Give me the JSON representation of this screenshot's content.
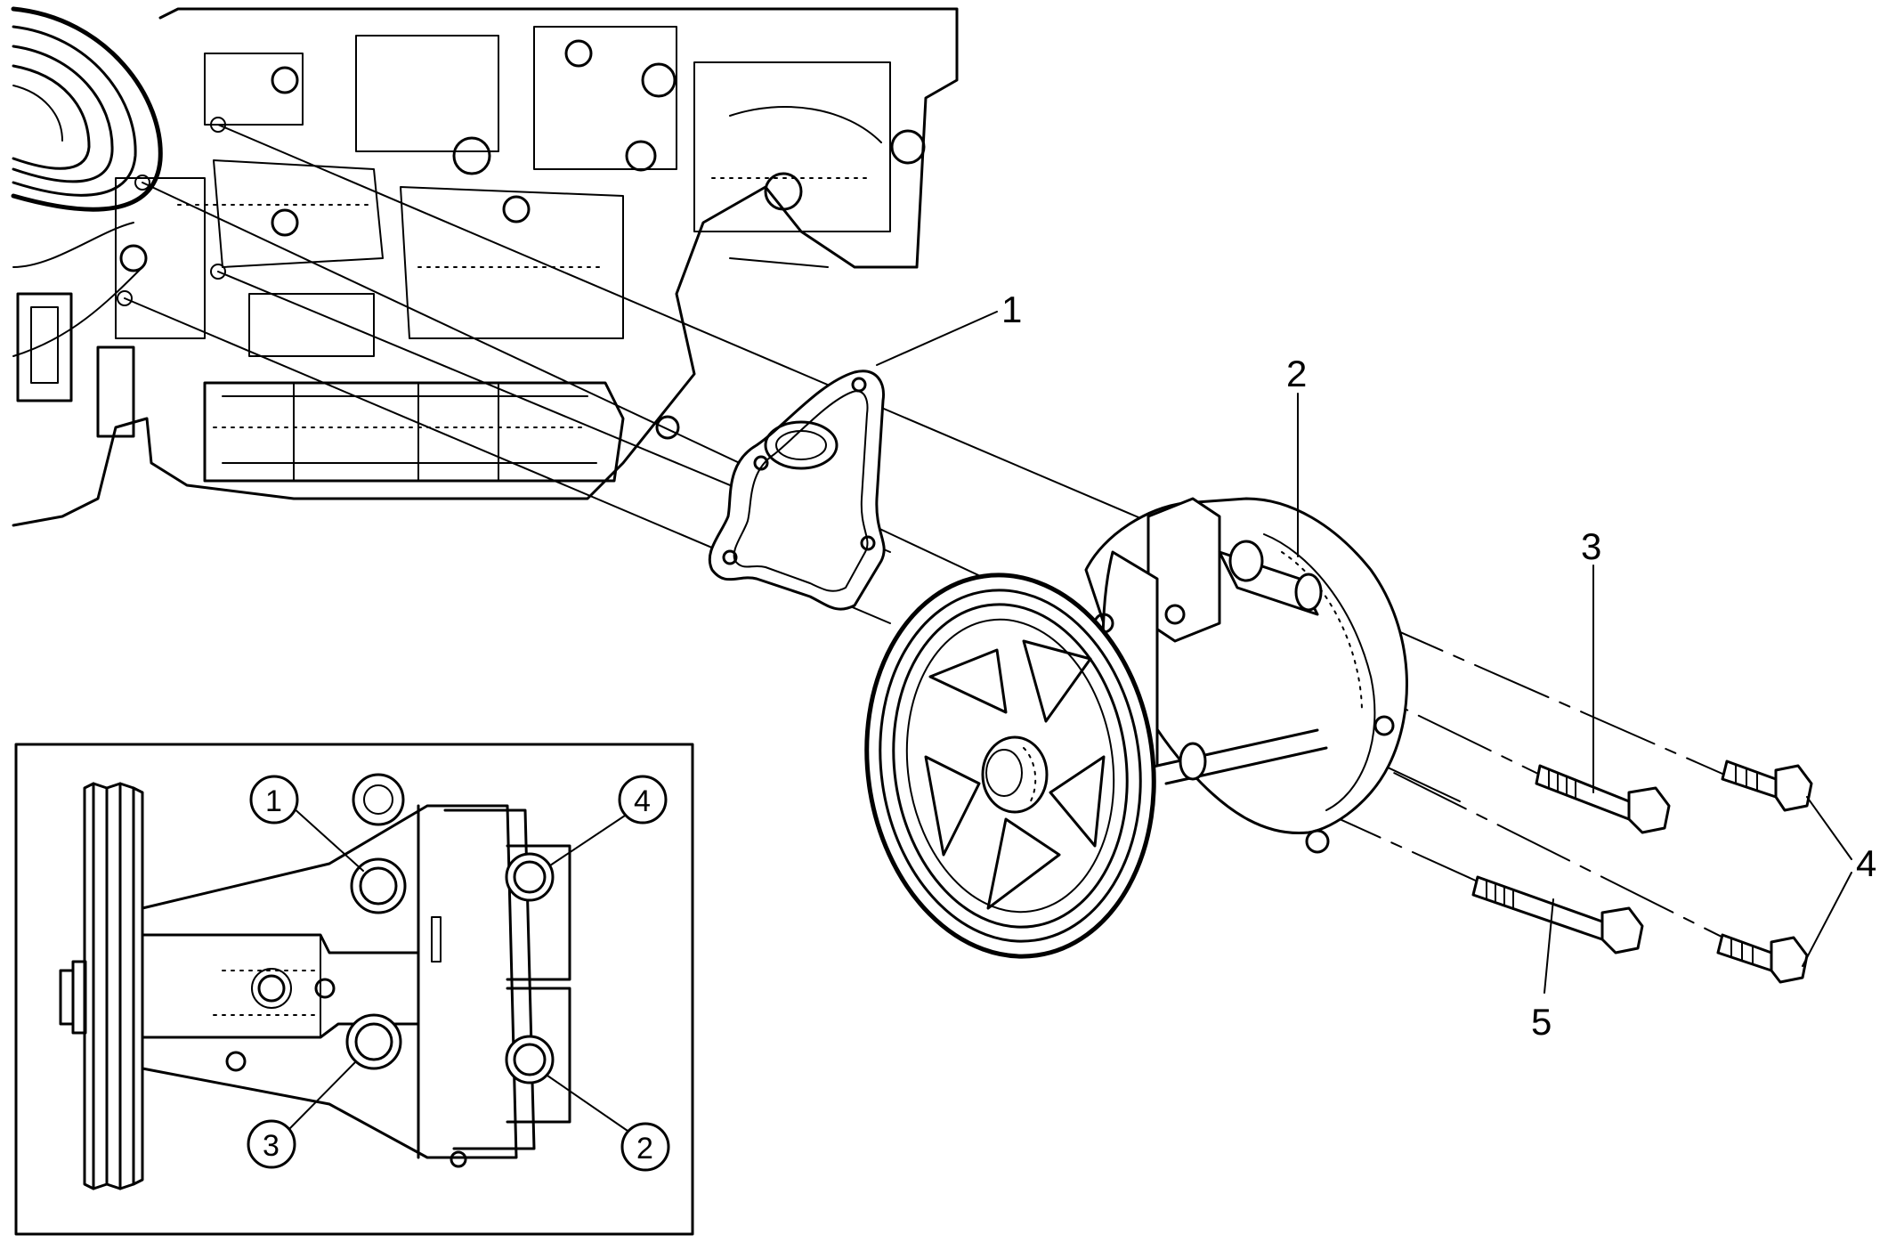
{
  "diagram": {
    "callouts": [
      "1",
      "2",
      "3",
      "4",
      "5"
    ],
    "inset_callouts": [
      "1",
      "4",
      "3",
      "2"
    ]
  }
}
